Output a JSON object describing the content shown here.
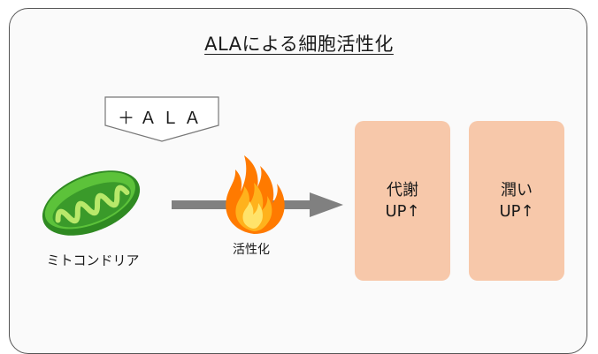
{
  "title": "ALAによる細胞活性化",
  "input_label": "＋ＡＬＡ",
  "source_label": "ミトコンドリア",
  "process_label": "活性化",
  "outcomes": [
    {
      "line1": "代謝",
      "line2": "UP↑"
    },
    {
      "line1": "潤い",
      "line2": "UP↑"
    }
  ],
  "colors": {
    "mitochondria": "#3a9a2a",
    "arrow": "#808080",
    "outcome_box": "#f7c8aa",
    "flame": "#ff6a00"
  }
}
